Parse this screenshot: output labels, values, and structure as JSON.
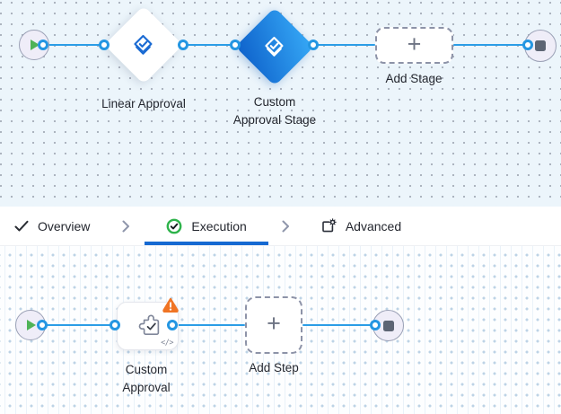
{
  "colors": {
    "edge_blue": "#2B9DE6",
    "selected_gradient_start": "#34A5F4",
    "selected_gradient_end": "#1065CD",
    "active_tab_underline": "#1569D2",
    "warning_orange": "#F07424",
    "success_green": "#2EB34B",
    "play_green": "#4FB357",
    "canvas_top_bg": "#ECF5FB"
  },
  "stage_canvas": {
    "stages": [
      {
        "lines": [
          "Linear Approval"
        ],
        "selected": false,
        "icon": "approval-diamond-check-icon"
      },
      {
        "lines": [
          "Custom",
          "Approval Stage"
        ],
        "selected": true,
        "icon": "approval-diamond-check-icon"
      }
    ],
    "add_stage_label": "Add Stage",
    "plus_glyph": "+",
    "start_icon": "play-icon",
    "end_icon": "stop-icon"
  },
  "tab_bar": {
    "tabs": [
      {
        "label": "Overview",
        "icon": "check-icon",
        "active": false
      },
      {
        "label": "Execution",
        "icon": "check-circle-icon",
        "active": true
      },
      {
        "label": "Advanced",
        "icon": "box-gear-icon",
        "active": false
      }
    ],
    "separator_icon": "chevron-right-icon"
  },
  "step_canvas": {
    "steps": [
      {
        "lines": [
          "Custom",
          "Approval"
        ],
        "has_warning": true,
        "icon": "puzzle-check-icon",
        "code_glyph": "</>"
      }
    ],
    "add_step_label": "Add Step",
    "plus_glyph": "+",
    "start_icon": "play-icon",
    "end_icon": "stop-icon"
  }
}
